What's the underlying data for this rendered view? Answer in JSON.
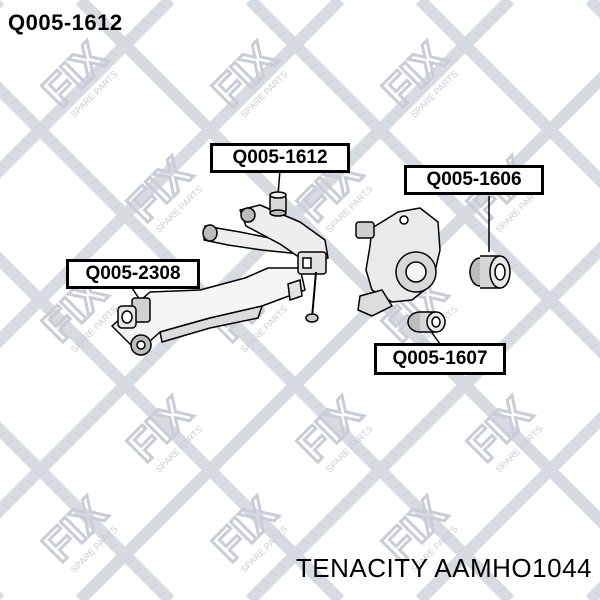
{
  "title": "Q005-1612",
  "callouts": {
    "c1612": "Q005-1612",
    "c1606": "Q005-1606",
    "c2308": "Q005-2308",
    "c1607": "Q005-1607"
  },
  "footer": "TENACITY AAMHO1044",
  "watermark": {
    "logo_text": "FIX",
    "tagline": "SPARE PARTS",
    "color": "#c9cdd6"
  }
}
